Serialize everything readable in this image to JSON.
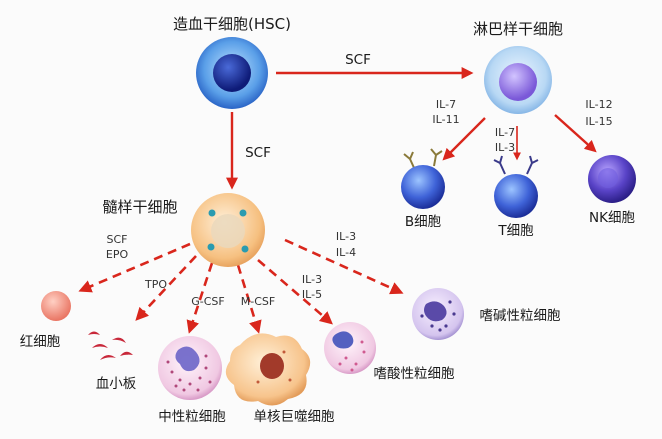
{
  "nodes": {
    "hsc": "造血干细胞(HSC)",
    "lymphoid": "淋巴样干细胞",
    "myeloid": "髓样干细胞",
    "b_cell": "B细胞",
    "t_cell": "T细胞",
    "nk_cell": "NK细胞",
    "rbc": "红细胞",
    "platelet": "血小板",
    "neutrophil": "中性粒细胞",
    "monocyte": "单核巨噬细胞",
    "eosinophil": "嗜酸性粒细胞",
    "basophil": "嗜碱性粒细胞"
  },
  "edges": {
    "hsc_lymphoid": "SCF",
    "hsc_myeloid": "SCF",
    "to_b_1": "IL-7",
    "to_b_2": "IL-11",
    "to_t_1": "IL-7",
    "to_t_2": "IL-3",
    "to_nk_1": "IL-12",
    "to_nk_2": "IL-15",
    "to_rbc_1": "SCF",
    "to_rbc_2": "EPO",
    "to_platelet": "TPO",
    "to_neutrophil": "G-CSF",
    "to_monocyte": "M-CSF",
    "to_eosinophil_1": "IL-3",
    "to_eosinophil_2": "IL-5",
    "to_basophil_1": "IL-3",
    "to_basophil_2": "IL-4"
  },
  "colors": {
    "arrow": "#d9261c",
    "hsc_core": "#1c2f9a",
    "hsc_ring": "#4a8ce0",
    "lymphoid_core": "#8a6ee0",
    "myeloid_body": "#f7c98a",
    "rbc": "#f08a7a",
    "platelet": "#c8283a"
  }
}
